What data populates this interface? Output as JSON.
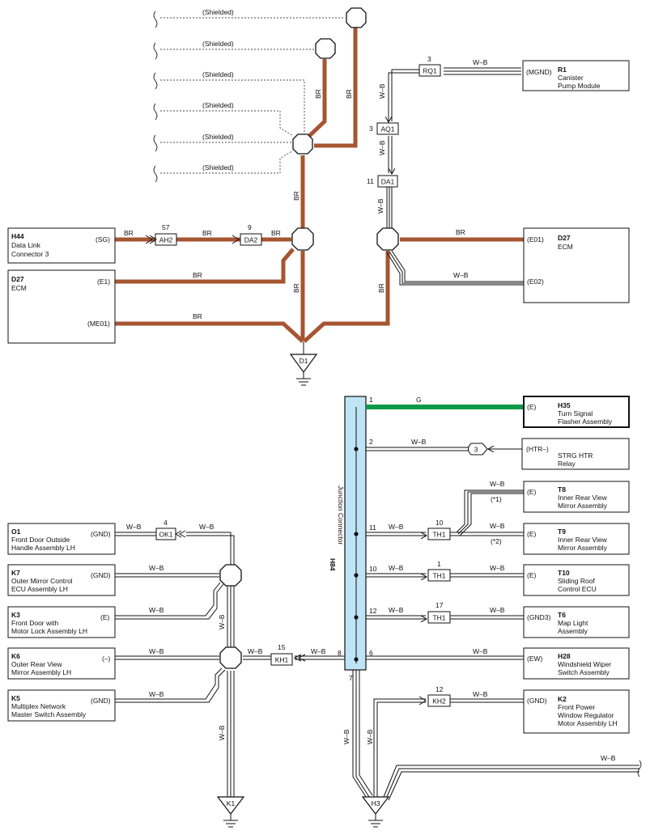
{
  "colors": {
    "brown": "#a65532",
    "green": "#0d9a48",
    "jc_fill": "#bfe4f6",
    "line": "#111111"
  },
  "shield": {
    "label": "(Shielded)"
  },
  "wires": {
    "br": "BR",
    "wb": "W–B",
    "g": "G"
  },
  "components": {
    "r1": {
      "code": "R1",
      "l1": "Canister",
      "l2": "Pump Module",
      "pin": "(MGND)"
    },
    "h44": {
      "code": "H44",
      "l1": "Data Link",
      "l2": "Connector 3",
      "pin": "(SG)"
    },
    "d27a": {
      "code": "D27",
      "l1": "ECM",
      "pin1": "(E1)",
      "pin2": "(ME01)"
    },
    "d27b": {
      "code": "D27",
      "l1": "ECM",
      "pin1": "(E01)",
      "pin2": "(E02)"
    },
    "h35": {
      "code": "H35",
      "l1": "Turn Signal",
      "l2": "Flasher Assembly",
      "pin": "(E)"
    },
    "strg": {
      "l1": "STRG HTR",
      "l2": "Relay",
      "pin": "(HTR–)"
    },
    "t8": {
      "code": "T8",
      "l1": "Inner Rear View",
      "l2": "Mirror Assembly",
      "pin": "(E)",
      "note": "(*1)"
    },
    "t9": {
      "code": "T9",
      "l1": "Inner Rear View",
      "l2": "Mirror Assembly",
      "pin": "(E)",
      "note": "(*2)"
    },
    "t10": {
      "code": "T10",
      "l1": "Sliding Roof",
      "l2": "Control ECU",
      "pin": "(E)"
    },
    "t6": {
      "code": "T6",
      "l1": "Map Light",
      "l2": "Assembly",
      "pin": "(GND3)"
    },
    "h28": {
      "code": "H28",
      "l1": "Windshield Wiper",
      "l2": "Switch Assembly",
      "pin": "(EW)"
    },
    "k2": {
      "code": "K2",
      "l1": "Front Power",
      "l2": "Window Regulator",
      "l3": "Motor Assembly LH",
      "pin": "(GND)"
    },
    "o1": {
      "code": "O1",
      "l1": "Front Door Outside",
      "l2": "Handle Assembly LH",
      "pin": "(GND)"
    },
    "k7": {
      "code": "K7",
      "l1": "Outer Mirror Control",
      "l2": "ECU Assembly LH",
      "pin": "(GND)"
    },
    "k3": {
      "code": "K3",
      "l1": "Front Door with",
      "l2": "Motor Lock Assembly LH",
      "pin": "(E)"
    },
    "k6": {
      "code": "K6",
      "l1": "Outer Rear View",
      "l2": "Mirror Assembly LH",
      "pin": "(–)"
    },
    "k5": {
      "code": "K5",
      "l1": "Multiplex Network",
      "l2": "Master Switch Assembly",
      "pin": "(GND)"
    },
    "h84": {
      "code": "H84",
      "name": "Junction Connector"
    }
  },
  "connectors": {
    "rq1": {
      "id": "RQ1",
      "pin": "3"
    },
    "aq1": {
      "id": "AQ1",
      "pin": "3"
    },
    "da1": {
      "id": "DA1",
      "pin": "11"
    },
    "ah2": {
      "id": "AH2",
      "pin": "57"
    },
    "da2": {
      "id": "DA2",
      "pin": "9"
    },
    "th1a": {
      "id": "TH1",
      "pin": "10"
    },
    "th1b": {
      "id": "TH1",
      "pin": "1"
    },
    "th1c": {
      "id": "TH1",
      "pin": "17"
    },
    "kh2": {
      "id": "KH2",
      "pin": "12"
    },
    "kh1": {
      "id": "KH1",
      "pin": "15"
    },
    "ok1": {
      "id": "OK1",
      "pin": "4"
    },
    "strg_conn": {
      "pin": "3"
    }
  },
  "jc_pins": {
    "p1": "1",
    "p2": "2",
    "p11": "11",
    "p10": "10",
    "p12": "12",
    "p6": "6",
    "p8": "8",
    "p7": "7"
  },
  "grounds": {
    "d1": "D1",
    "h3": "H3",
    "k1": "K1"
  }
}
